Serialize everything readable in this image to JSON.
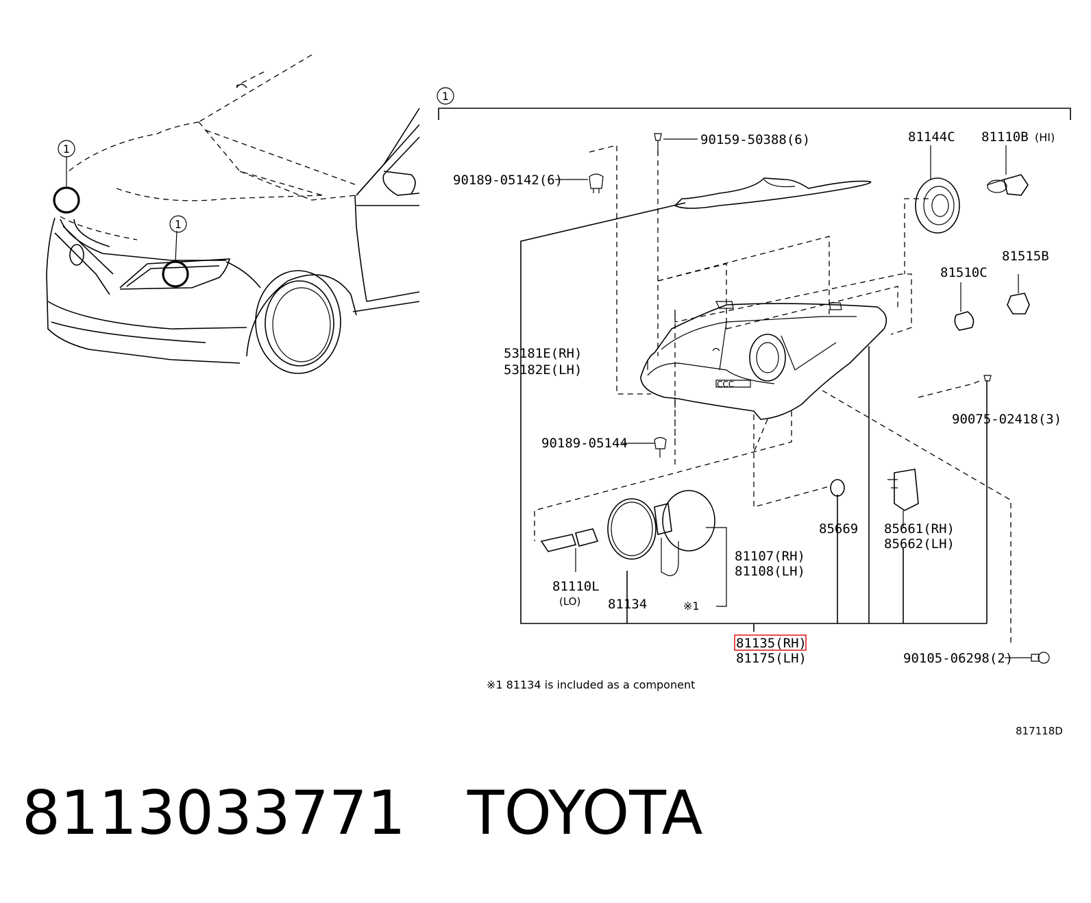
{
  "callout_number": "1",
  "parts": {
    "p90159": "90159-50388(6)",
    "p90189_05142": "90189-05142(6)",
    "p81144c": "81144C",
    "p81110b": "81110B",
    "p81110b_note": "(HI)",
    "p81515b": "81515B",
    "p81510c": "81510C",
    "p53181e": "53181E(RH)",
    "p53182e": "53182E(LH)",
    "p90075": "90075-02418(3)",
    "p90189_05144": "90189-05144",
    "p85669": "85669",
    "p85661": "85661(RH)",
    "p85662": "85662(LH)",
    "p81107": "81107(RH)",
    "p81108": "81108(LH)",
    "p81110l": "81110L",
    "p81110l_note": "(LO)",
    "p81134": "81134",
    "ref_mark": "※1",
    "p81135": "81135(RH)",
    "p81175": "81175(LH)",
    "p90105": "90105-06298(2)"
  },
  "footnote": "※1 81134 is included as a component",
  "figure_id": "817118D",
  "caption": {
    "part_number": "8113033771",
    "brand": "TOYOTA"
  },
  "colors": {
    "highlight": "#e02020",
    "ink": "#000000"
  }
}
